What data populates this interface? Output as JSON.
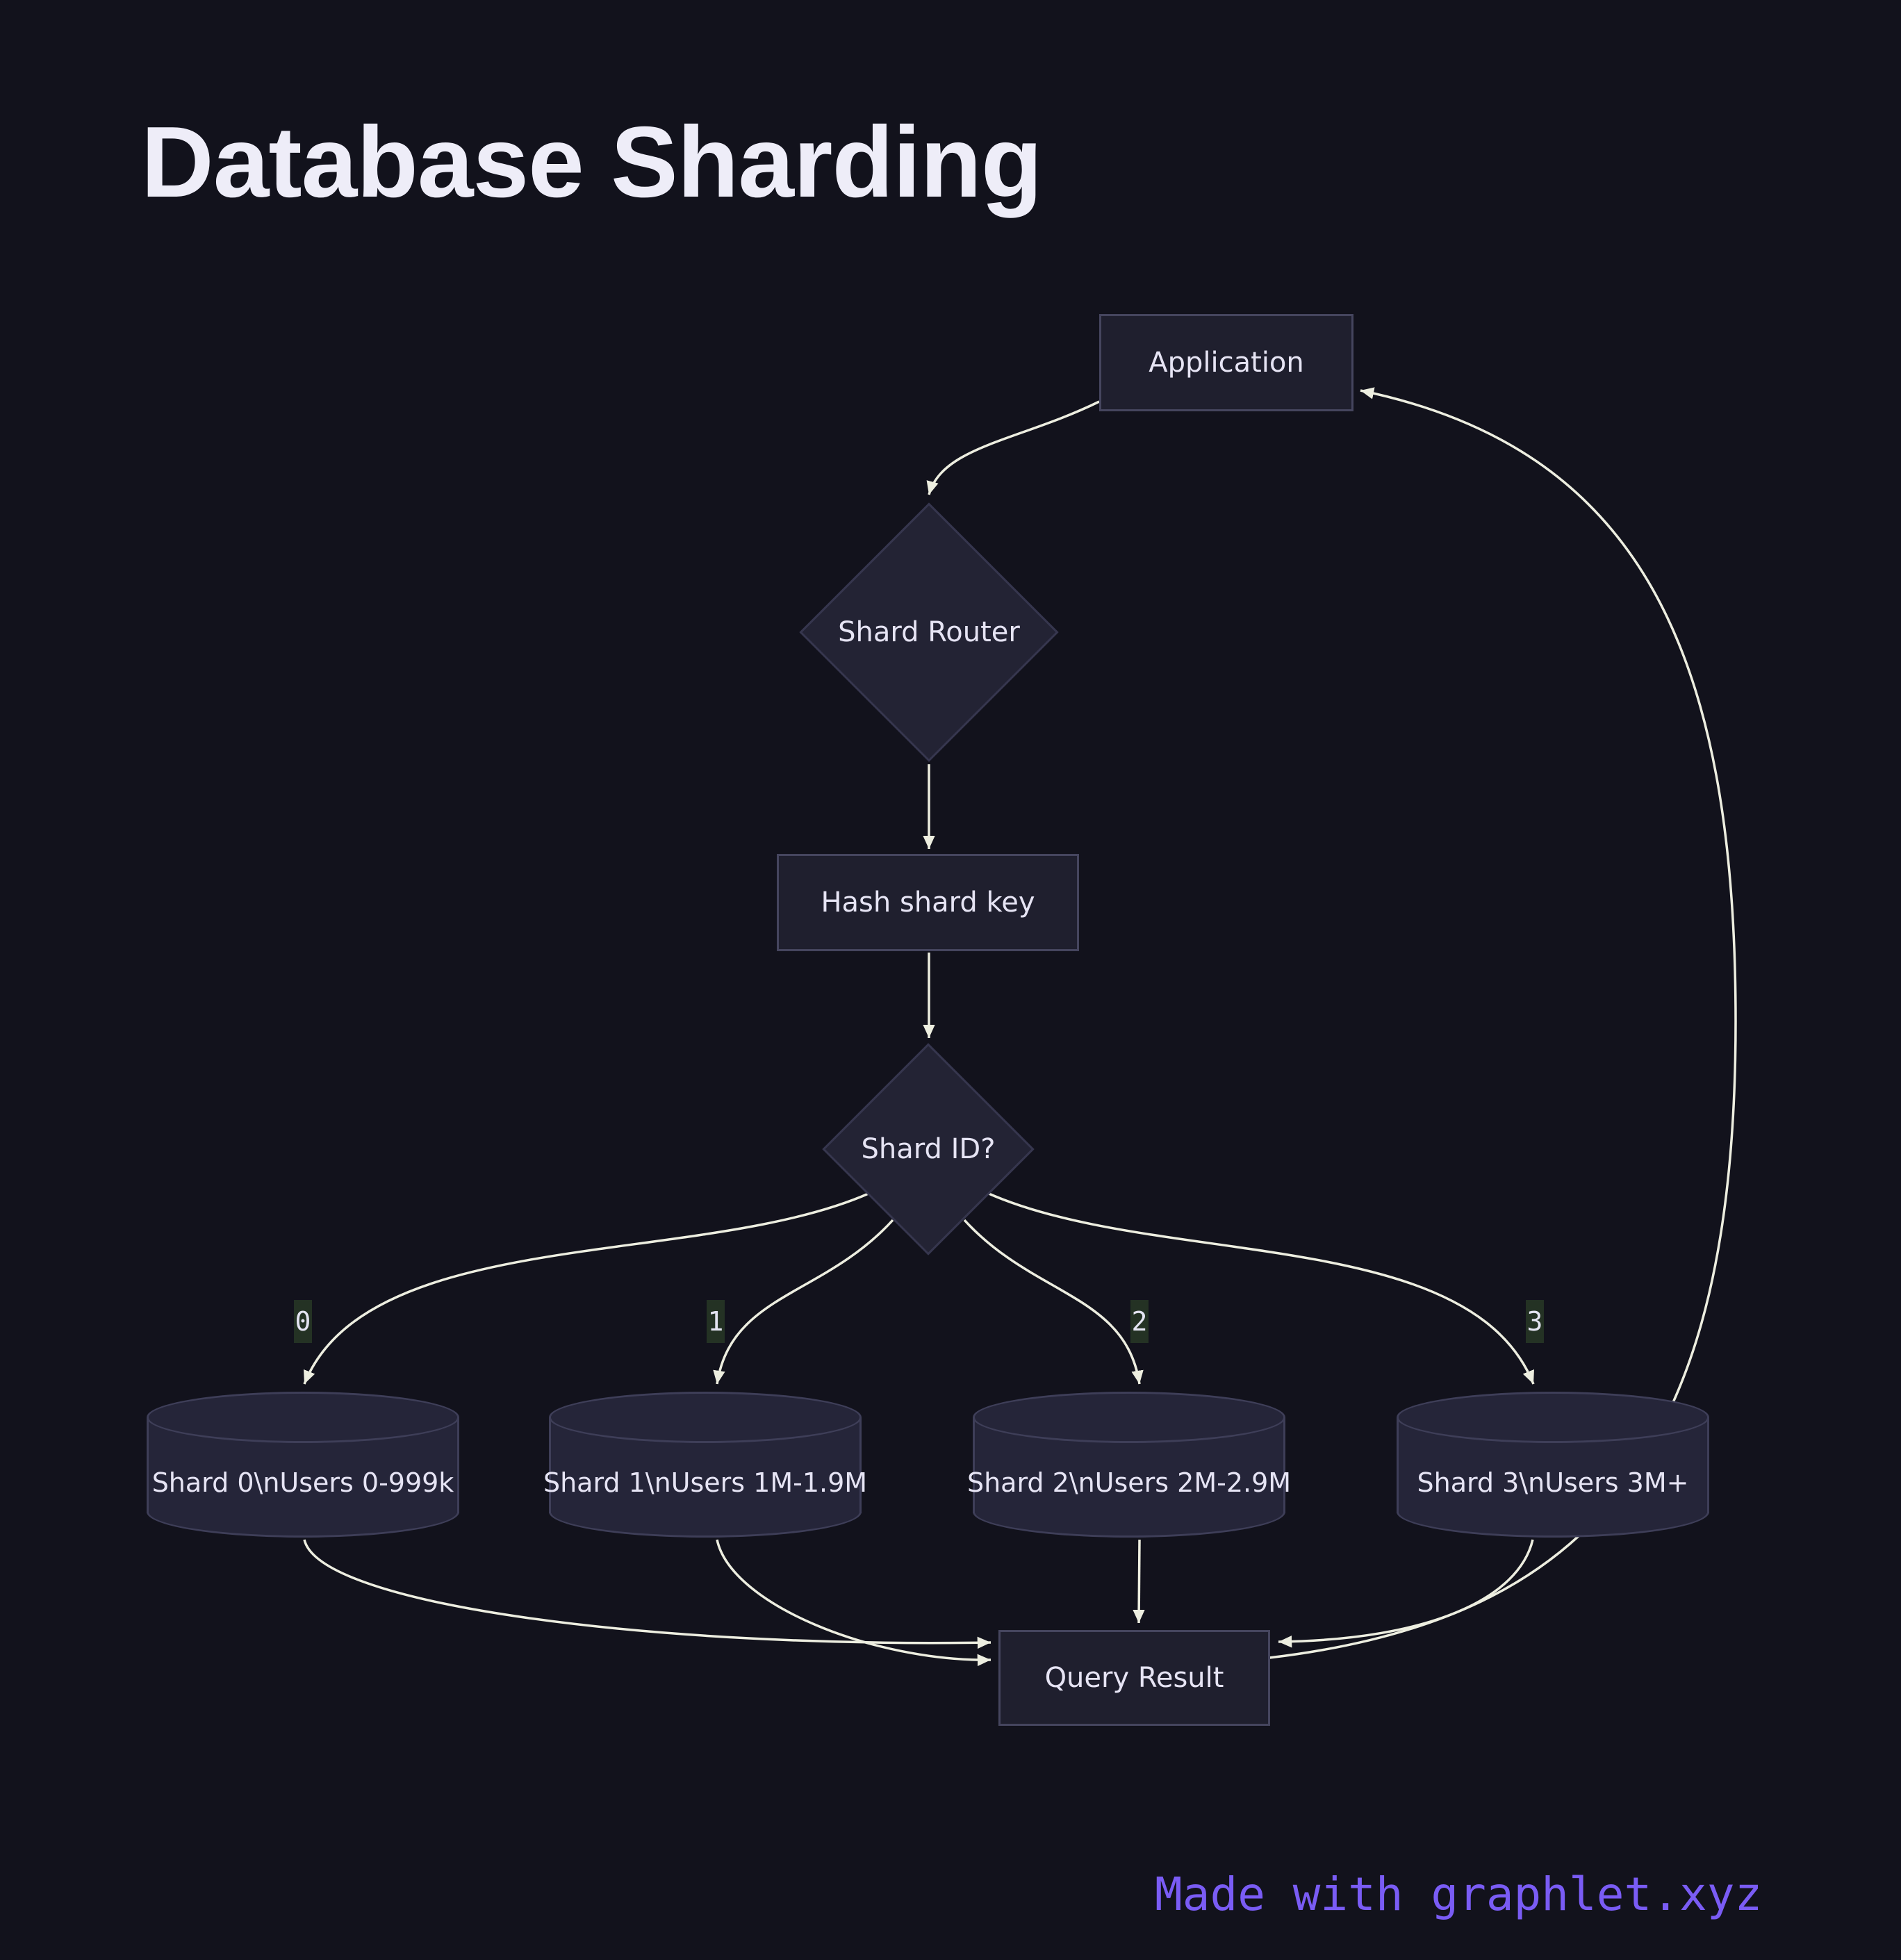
{
  "title": "Database Sharding",
  "footer": {
    "credit": "Made with graphlet.xyz"
  },
  "colors": {
    "background": "#12121c",
    "node_fill": "#1f1f2e",
    "cylinder_fill": "#252539",
    "node_border": "#45455e",
    "edge": "#edeee0",
    "edge_label_bg": "#243224",
    "text": "#e6e4f4",
    "title_text": "#eeedf8",
    "footer_text": "#7a5cf5"
  },
  "diagram": {
    "nodes": [
      {
        "id": "application",
        "shape": "rectangle",
        "label": "Application"
      },
      {
        "id": "shard-router",
        "shape": "diamond",
        "label": "Shard Router"
      },
      {
        "id": "hash-shard-key",
        "shape": "rectangle",
        "label": "Hash shard key"
      },
      {
        "id": "shard-id",
        "shape": "diamond",
        "label": "Shard ID?"
      },
      {
        "id": "shard-0",
        "shape": "cylinder",
        "label": "Shard 0\\nUsers 0-999k"
      },
      {
        "id": "shard-1",
        "shape": "cylinder",
        "label": "Shard 1\\nUsers 1M-1.9M"
      },
      {
        "id": "shard-2",
        "shape": "cylinder",
        "label": "Shard 2\\nUsers 2M-2.9M"
      },
      {
        "id": "shard-3",
        "shape": "cylinder",
        "label": "Shard 3\\nUsers 3M+"
      },
      {
        "id": "query-result",
        "shape": "rectangle",
        "label": "Query Result"
      }
    ],
    "edges": [
      {
        "from": "application",
        "to": "shard-router",
        "label": ""
      },
      {
        "from": "shard-router",
        "to": "hash-shard-key",
        "label": ""
      },
      {
        "from": "hash-shard-key",
        "to": "shard-id",
        "label": ""
      },
      {
        "from": "shard-id",
        "to": "shard-0",
        "label": "0"
      },
      {
        "from": "shard-id",
        "to": "shard-1",
        "label": "1"
      },
      {
        "from": "shard-id",
        "to": "shard-2",
        "label": "2"
      },
      {
        "from": "shard-id",
        "to": "shard-3",
        "label": "3"
      },
      {
        "from": "shard-0",
        "to": "query-result",
        "label": ""
      },
      {
        "from": "shard-1",
        "to": "query-result",
        "label": ""
      },
      {
        "from": "shard-2",
        "to": "query-result",
        "label": ""
      },
      {
        "from": "shard-3",
        "to": "query-result",
        "label": ""
      },
      {
        "from": "query-result",
        "to": "application",
        "label": ""
      }
    ]
  }
}
